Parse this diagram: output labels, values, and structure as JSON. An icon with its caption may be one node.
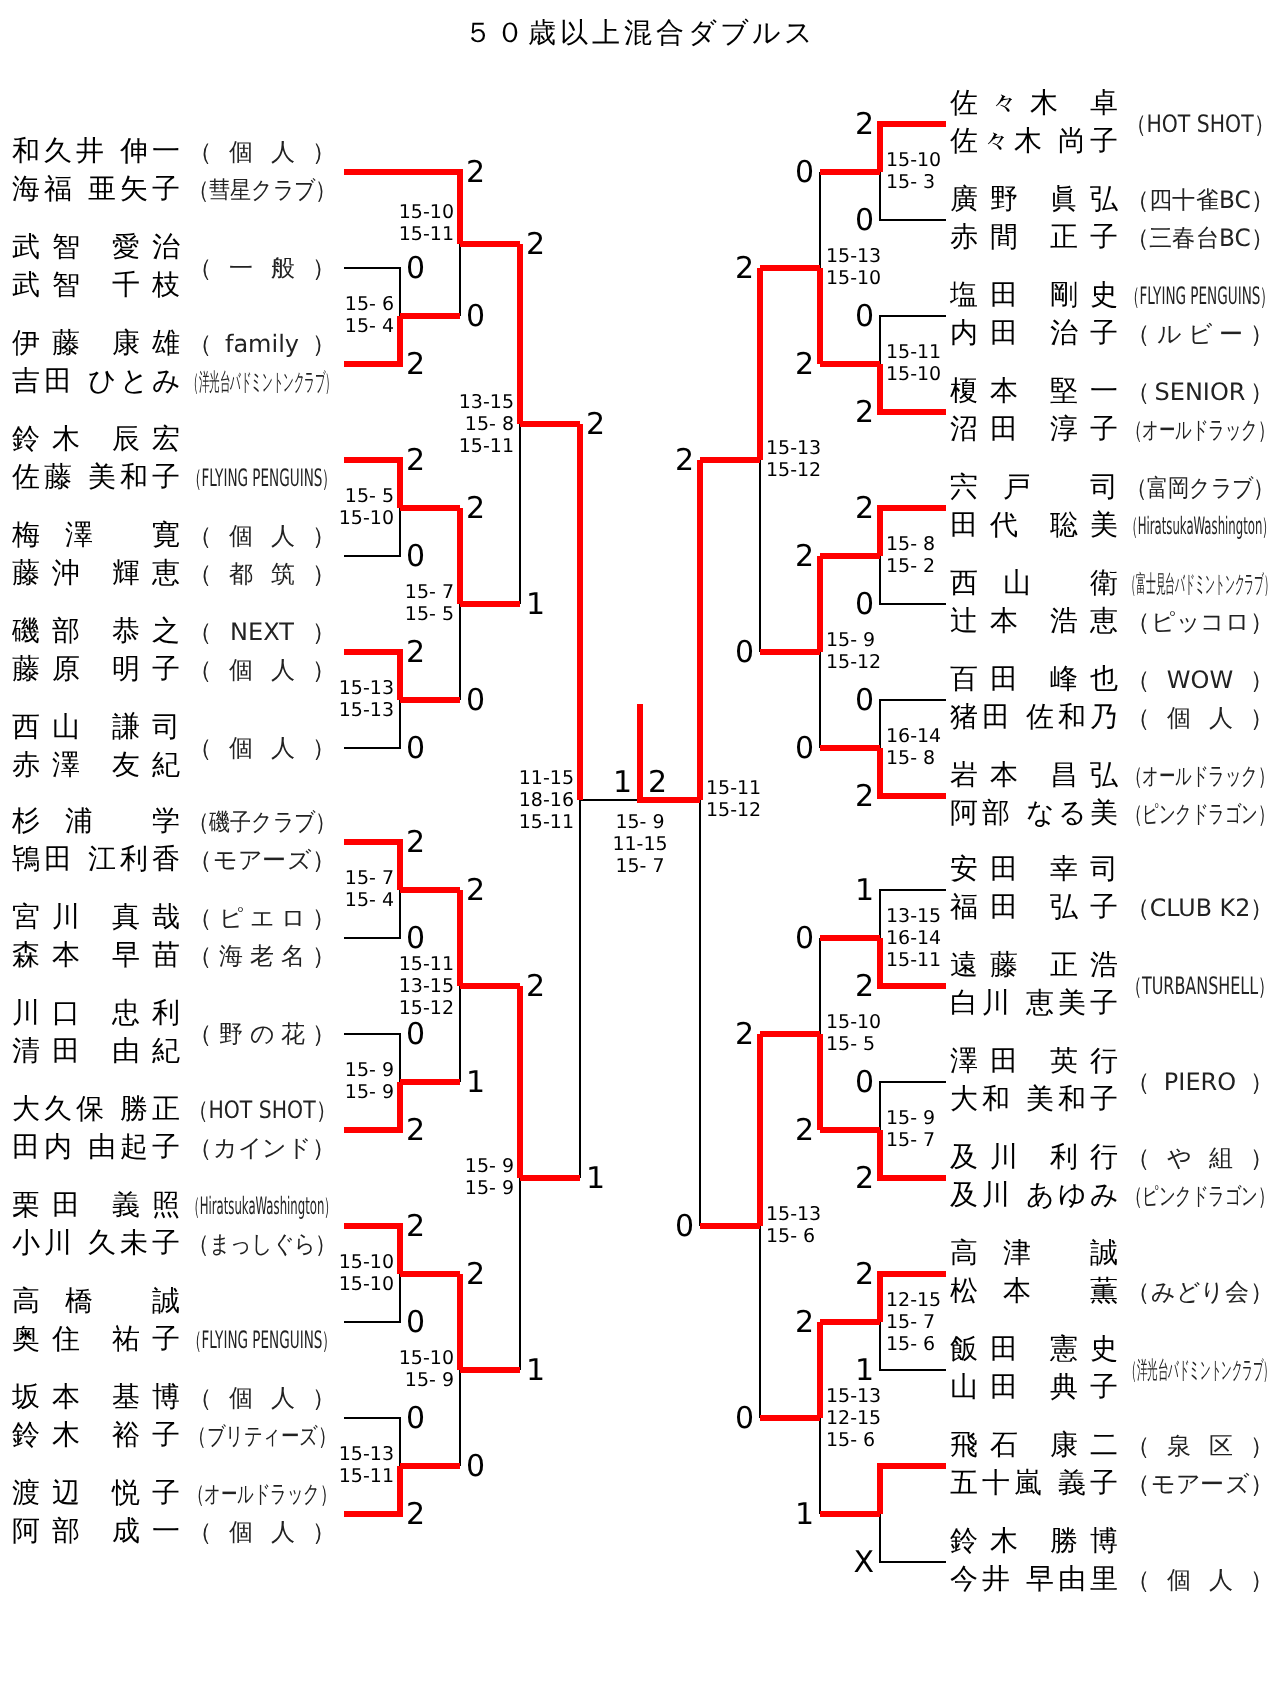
{
  "diagram": {
    "title": "５０歳以上混合ダブルス",
    "nodes": [
      {
        "text": [
          "和久井 伸一",
          "海福 亜矢子"
        ],
        "beside": [
          "（個人）",
          "（彗星クラブ）"
        ]
      },
      {
        "text": [
          "武智 愛治",
          "武智 千枝"
        ],
        "beside": [
          "（一般）"
        ]
      },
      {
        "text": [
          "伊藤 康雄",
          "吉田 ひとみ"
        ],
        "beside": [
          "（family）",
          "（洋光台バドミントンクラブ）"
        ]
      },
      {
        "text": [
          "鈴木 辰宏",
          "佐藤 美和子"
        ],
        "beside": [
          "（FLYING PENGUINS）"
        ]
      },
      {
        "text": [
          "梅澤 寛",
          "藤沖 輝恵"
        ],
        "beside": [
          "（個人）",
          "（都筑）"
        ]
      },
      {
        "text": [
          "磯部 恭之",
          "藤原 明子"
        ],
        "beside": [
          "（NEXT）",
          "（個人）"
        ]
      },
      {
        "text": [
          "西山 謙司",
          "赤澤 友紀"
        ],
        "beside": [
          "（個人）"
        ]
      },
      {
        "text": [
          "杉浦 学",
          "鴇田 江利香"
        ],
        "beside": [
          "（磯子クラブ）",
          "（モアーズ）"
        ]
      },
      {
        "text": [
          "宮川 真哉",
          "森本 早苗"
        ],
        "beside": [
          "（ピエロ）",
          "（海老名）"
        ]
      },
      {
        "text": [
          "川口 忠利",
          "清田 由紀"
        ],
        "beside": [
          "（野の花）"
        ]
      },
      {
        "text": [
          "大久保 勝正",
          "田内 由起子"
        ],
        "beside": [
          "（HOT SHOT）",
          "（カインド）"
        ]
      },
      {
        "text": [
          "栗田 義照",
          "小川 久未子"
        ],
        "beside": [
          "（HiratsukaWashington）",
          "（まっしぐら）"
        ]
      },
      {
        "text": [
          "高橋 誠",
          "奥住 祐子"
        ],
        "beside": [
          "（FLYING PENGUINS）"
        ]
      },
      {
        "text": [
          "坂本 基博",
          "鈴木 裕子"
        ],
        "beside": [
          "（個人）",
          "（ブリティーズ）"
        ]
      },
      {
        "text": [
          "渡辺 悦子",
          "阿部 成一"
        ],
        "beside": [
          "（オールドラック）",
          "（個人）"
        ]
      },
      {
        "text": [
          "佐々木 卓",
          "佐々木 尚子"
        ],
        "beside": [
          "（HOT SHOT）"
        ]
      },
      {
        "text": [
          "廣野 眞弘",
          "赤間 正子"
        ],
        "beside": [
          "（四十雀BC）",
          "（三春台BC）"
        ]
      },
      {
        "text": [
          "塩田 剛史",
          "内田 治子"
        ],
        "beside": [
          "（FLYING PENGUINS）",
          "（ルビー）"
        ]
      },
      {
        "text": [
          "榎本 堅一",
          "沼田 淳子"
        ],
        "beside": [
          "（SENIOR）",
          "（オールドラック）"
        ]
      },
      {
        "text": [
          "宍戸 司",
          "田代 聡美"
        ],
        "beside": [
          "（富岡クラブ）",
          "（HiratsukaWashington）"
        ]
      },
      {
        "text": [
          "西山 衛",
          "辻本 浩恵"
        ],
        "beside": [
          "（富士見台バドミントンクラブ）",
          "（ピッコロ）"
        ]
      },
      {
        "text": [
          "百田 峰也",
          "猪田 佐和乃"
        ],
        "beside": [
          "（WOW）",
          "（個人）"
        ]
      },
      {
        "text": [
          "岩本 昌弘",
          "阿部 なる美"
        ],
        "beside": [
          "（オールドラック）",
          "（ピンクドラゴン）"
        ]
      },
      {
        "text": [
          "安田 幸司",
          "福田 弘子"
        ],
        "beside": [
          "（CLUB K2）"
        ]
      },
      {
        "text": [
          "遠藤 正浩",
          "白川 恵美子"
        ],
        "beside": [
          "（TURBANSHELL）"
        ]
      },
      {
        "text": [
          "澤田 英行",
          "大和 美和子"
        ],
        "beside": [
          "（PIERO）"
        ]
      },
      {
        "text": [
          "及川 利行",
          "及川 あゆみ"
        ],
        "beside": [
          "（や組）",
          "（ピンクドラゴン）"
        ]
      },
      {
        "text": [
          "高津 誠",
          "松本 薫"
        ],
        "beside": [
          "（みどり会）"
        ]
      },
      {
        "text": [
          "飯田 憲史",
          "山田 典子"
        ],
        "beside": [
          "（洋光台バドミントンクラブ）"
        ]
      },
      {
        "text": [
          "飛石 康二",
          "五十嵐 義子"
        ],
        "beside": [
          "（泉区）",
          "（モアーズ）"
        ]
      },
      {
        "text": [
          "鈴木 勝博",
          "今井 早由里"
        ],
        "beside": [
          "（個人）"
        ]
      }
    ],
    "labels": [
      "0",
      "2",
      "15- 6",
      "15- 4",
      "2",
      "0",
      "15-10",
      "15-11",
      "2",
      "0",
      "15- 5",
      "15-10",
      "2",
      "0",
      "15-13",
      "15-13",
      "2",
      "0",
      "15- 7",
      "15- 5",
      "2",
      "1",
      "13-15",
      "15- 8",
      "15-11",
      "2",
      "0",
      "15- 7",
      "15- 4",
      "0",
      "2",
      "15- 9",
      "15- 9",
      "2",
      "1",
      "15-11",
      "13-15",
      "15-12",
      "2",
      "0",
      "15-10",
      "15-10",
      "0",
      "2",
      "15-13",
      "15-11",
      "2",
      "0",
      "15-10",
      "15- 9",
      "2",
      "1",
      "15- 9",
      "15- 9",
      "2",
      "1",
      "11-15",
      "18-16",
      "15-11",
      "1",
      "2",
      "15- 9",
      "11-15",
      "15- 7",
      "2",
      "0",
      "15-10",
      "15- 3",
      "0",
      "2",
      "15-11",
      "15-10",
      "0",
      "2",
      "15-13",
      "15-10",
      "2",
      "0",
      "15- 8",
      "15- 2",
      "0",
      "2",
      "16-14",
      "15- 8",
      "2",
      "0",
      "15- 9",
      "15-12",
      "2",
      "0",
      "15-13",
      "15-12",
      "1",
      "2",
      "13-15",
      "16-14",
      "15-11",
      "0",
      "2",
      "15- 9",
      "15- 7",
      "0",
      "2",
      "15-10",
      "15- 5",
      "2",
      "1",
      "12-15",
      "15- 7",
      "15- 6",
      "X",
      "2",
      "1",
      "15-13",
      "12-15",
      "15- 6",
      "2",
      "0",
      "15-13",
      "15- 6",
      "2",
      "0",
      "15-11",
      "15-12"
    ]
  }
}
